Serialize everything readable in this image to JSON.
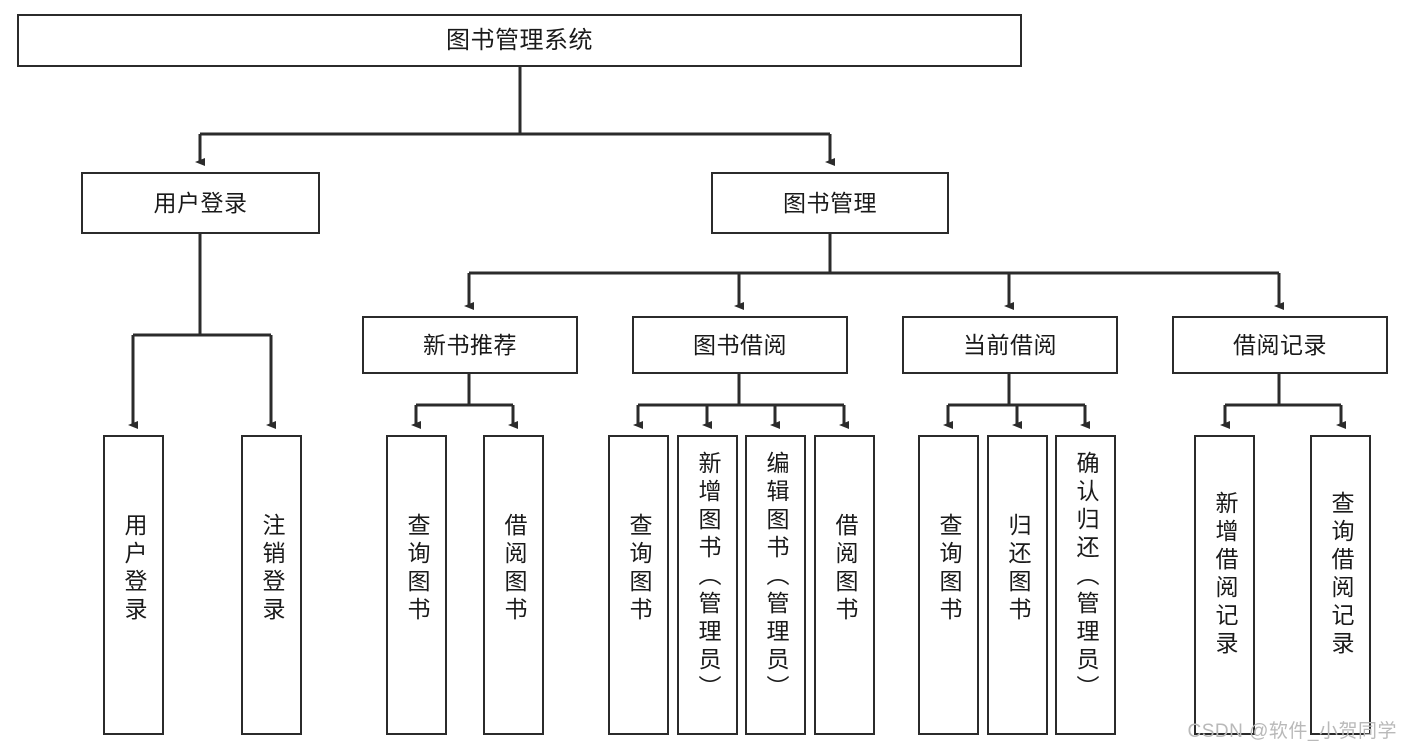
{
  "diagram": {
    "title": "图书管理系统",
    "type": "tree",
    "watermark": "CSDN @软件_小贺同学",
    "colors": {
      "stroke": "#2b2b2b",
      "fill": "#ffffff",
      "text": "#1a1a1a",
      "watermark": "#b9b9b9"
    },
    "nodes": {
      "root": {
        "label": "图书管理系统"
      },
      "level2": [
        {
          "label": "用户登录"
        },
        {
          "label": "图书管理"
        }
      ],
      "level3": [
        {
          "label": "新书推荐"
        },
        {
          "label": "图书借阅"
        },
        {
          "label": "当前借阅"
        },
        {
          "label": "借阅记录"
        }
      ],
      "leaves": [
        {
          "label": "用户登录",
          "parent": "用户登录"
        },
        {
          "label": "注销登录",
          "parent": "用户登录"
        },
        {
          "label": "查询图书",
          "parent": "新书推荐"
        },
        {
          "label": "借阅图书",
          "parent": "新书推荐"
        },
        {
          "label": "查询图书",
          "parent": "图书借阅"
        },
        {
          "label": "新增图书（管理员）",
          "parent": "图书借阅"
        },
        {
          "label": "编辑图书（管理员）",
          "parent": "图书借阅"
        },
        {
          "label": "借阅图书",
          "parent": "图书借阅"
        },
        {
          "label": "查询图书",
          "parent": "当前借阅"
        },
        {
          "label": "归还图书",
          "parent": "当前借阅"
        },
        {
          "label": "确认归还（管理员）",
          "parent": "当前借阅"
        },
        {
          "label": "新增借阅记录",
          "parent": "借阅记录"
        },
        {
          "label": "查询借阅记录",
          "parent": "借阅记录"
        }
      ]
    }
  }
}
